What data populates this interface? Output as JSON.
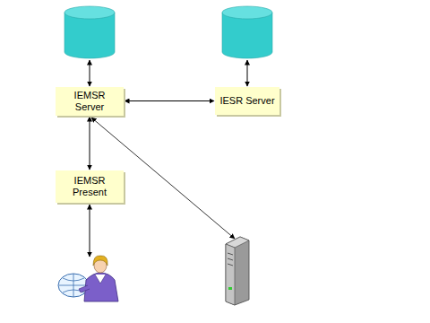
{
  "diagram": {
    "nodes": [
      {
        "text": [
          "IEMSR Server"
        ]
      },
      {
        "text": [
          "IESR Server"
        ]
      },
      {
        "text": [
          "IEMSR Present"
        ]
      }
    ],
    "edges": [
      {
        "from": 0,
        "to": 1,
        "arrow": "both"
      },
      {
        "from": 0,
        "to": 2,
        "arrow": "both"
      }
    ]
  }
}
